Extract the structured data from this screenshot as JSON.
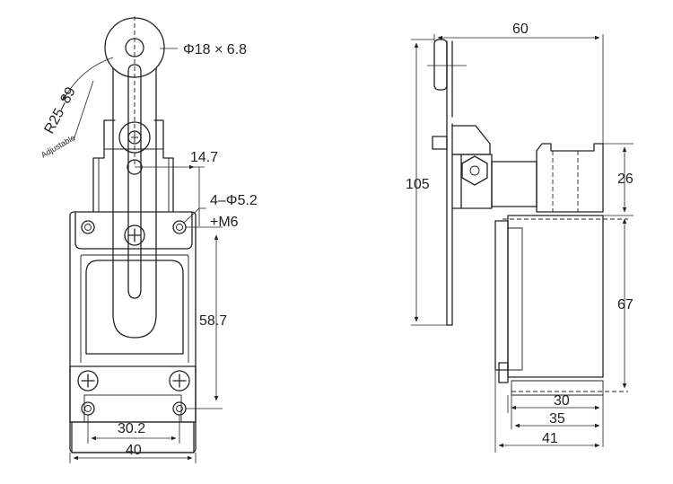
{
  "front_view": {
    "roller_label": "Φ18 × 6.8",
    "radius_label": "R25–89",
    "adjustable_label": "Adjustable",
    "dim_14_7": "14.7",
    "holes_label": "4–Φ5.2",
    "thread_label": "+M6",
    "dim_58_7": "58.7",
    "dim_30_2": "30.2",
    "dim_40": "40"
  },
  "side_view": {
    "dim_60": "60",
    "dim_105": "105",
    "dim_26": "26",
    "dim_67": "67",
    "dim_30": "30",
    "dim_35": "35",
    "dim_41": "41"
  }
}
